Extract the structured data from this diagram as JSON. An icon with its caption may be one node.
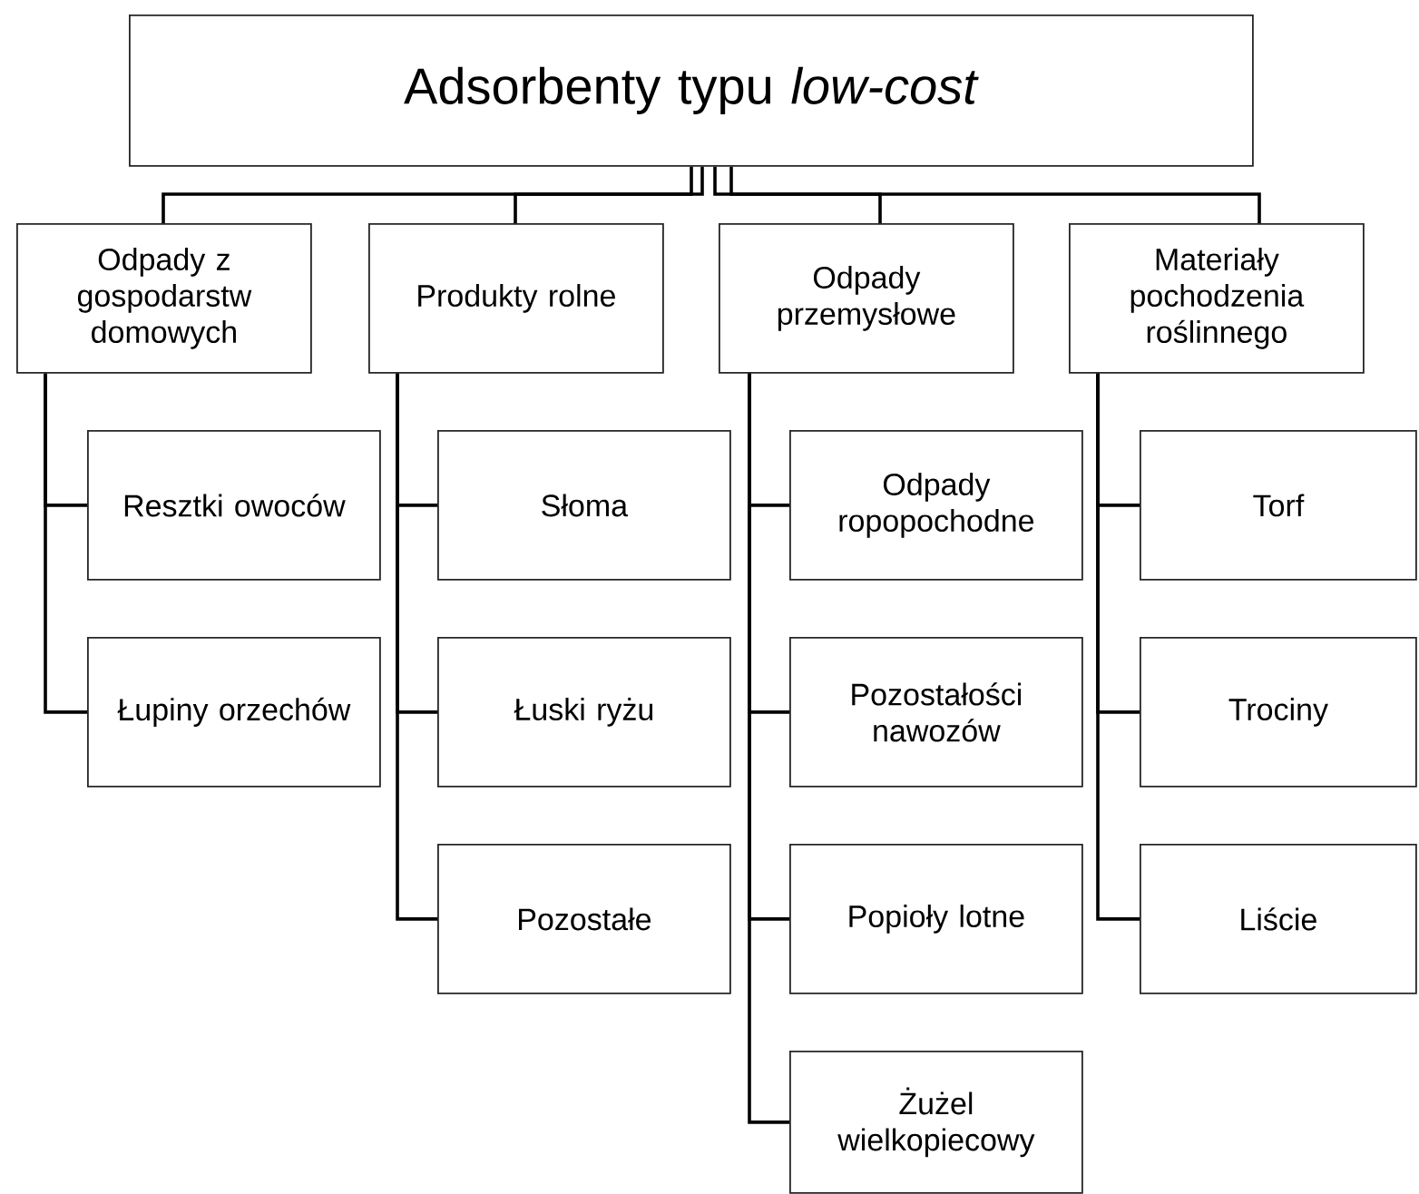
{
  "diagram": {
    "nodes": [
      {
        "text": [
          "Adsorbenty typu *low-cost*"
        ]
      },
      {
        "text": [
          "Odpady z gospodarstw domowych"
        ]
      },
      {
        "text": [
          "Resztki owoców"
        ]
      },
      {
        "text": [
          "Łupiny orzechów"
        ]
      },
      {
        "text": [
          "Produkty rolne"
        ]
      },
      {
        "text": [
          "Słoma"
        ]
      },
      {
        "text": [
          "Łuski ryżu"
        ]
      },
      {
        "text": [
          "Pozostałe"
        ]
      },
      {
        "text": [
          "Odpady przemysłowe"
        ]
      },
      {
        "text": [
          "Odpady ropopochodne"
        ]
      },
      {
        "text": [
          "Pozostałości nawozów"
        ]
      },
      {
        "text": [
          "Popioły lotne"
        ]
      },
      {
        "text": [
          "Żużel wielkopiecowy"
        ]
      },
      {
        "text": [
          "Materiały pochodzenia roślinnego"
        ]
      },
      {
        "text": [
          "Torf"
        ]
      },
      {
        "text": [
          "Trociny"
        ]
      },
      {
        "text": [
          "Liście"
        ]
      }
    ],
    "edges": [
      {
        "from": 0,
        "to": 1,
        "arrow": "none"
      },
      {
        "from": 0,
        "to": 4,
        "arrow": "none"
      },
      {
        "from": 0,
        "to": 8,
        "arrow": "none"
      },
      {
        "from": 0,
        "to": 13,
        "arrow": "none"
      },
      {
        "from": 1,
        "to": 2,
        "arrow": "none"
      },
      {
        "from": 1,
        "to": 3,
        "arrow": "none"
      },
      {
        "from": 4,
        "to": 5,
        "arrow": "none"
      },
      {
        "from": 4,
        "to": 6,
        "arrow": "none"
      },
      {
        "from": 4,
        "to": 7,
        "arrow": "none"
      },
      {
        "from": 8,
        "to": 9,
        "arrow": "none"
      },
      {
        "from": 8,
        "to": 10,
        "arrow": "none"
      },
      {
        "from": 8,
        "to": 11,
        "arrow": "none"
      },
      {
        "from": 8,
        "to": 12,
        "arrow": "none"
      },
      {
        "from": 13,
        "to": 14,
        "arrow": "none"
      },
      {
        "from": 13,
        "to": 15,
        "arrow": "none"
      },
      {
        "from": 13,
        "to": 16,
        "arrow": "none"
      }
    ]
  }
}
